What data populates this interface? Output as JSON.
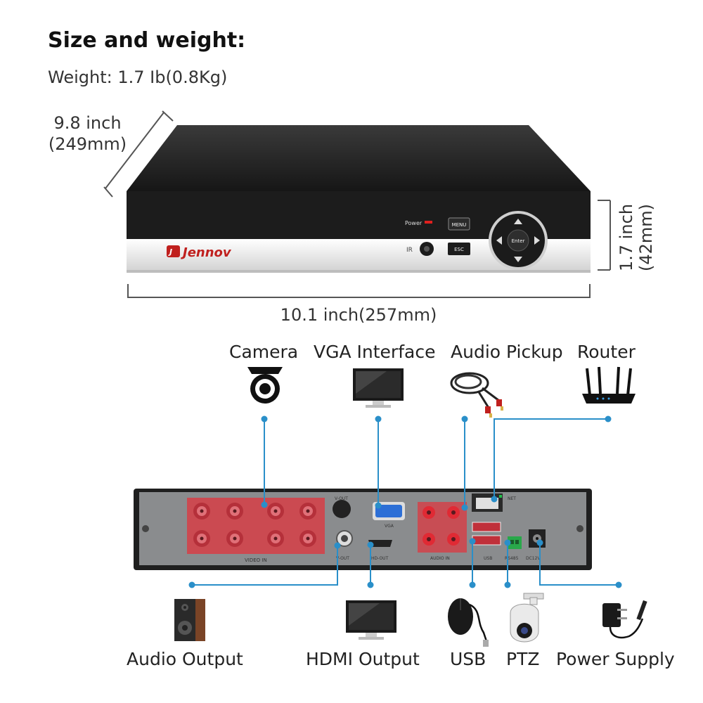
{
  "header": {
    "title": "Size and weight:",
    "weight": "Weight: 1.7 Ib(0.8Kg)"
  },
  "dimensions": {
    "depth_inch": "9.8 inch",
    "depth_mm": "(249mm)",
    "height_inch": "1.7 inch",
    "height_mm": "(42mm)",
    "width": "10.1 inch(257mm)"
  },
  "front_panel": {
    "brand": "Jennov",
    "power_label": "Power",
    "menu_label": "MENU",
    "esc_label": "ESC",
    "ir_label": "IR",
    "enter_label": "Enter"
  },
  "rear_panel": {
    "video_in": "VIDEO IN",
    "vga": "VGA",
    "v_out": "V-OUT",
    "hd_out": "HD-OUT",
    "audio_in": "AUDIO IN",
    "usb": "USB",
    "rs485": "RS485",
    "dc12v": "DC12V",
    "net": "NET"
  },
  "connections": {
    "top": [
      "Camera",
      "VGA Interface",
      "Audio Pickup",
      "Router"
    ],
    "bottom": [
      "Audio Output",
      "HDMI Output",
      "USB",
      "PTZ",
      "Power Supply"
    ]
  },
  "colors": {
    "accent": "#2a8fc9",
    "brand": "#c0201e",
    "bnc": "#d2424a"
  }
}
